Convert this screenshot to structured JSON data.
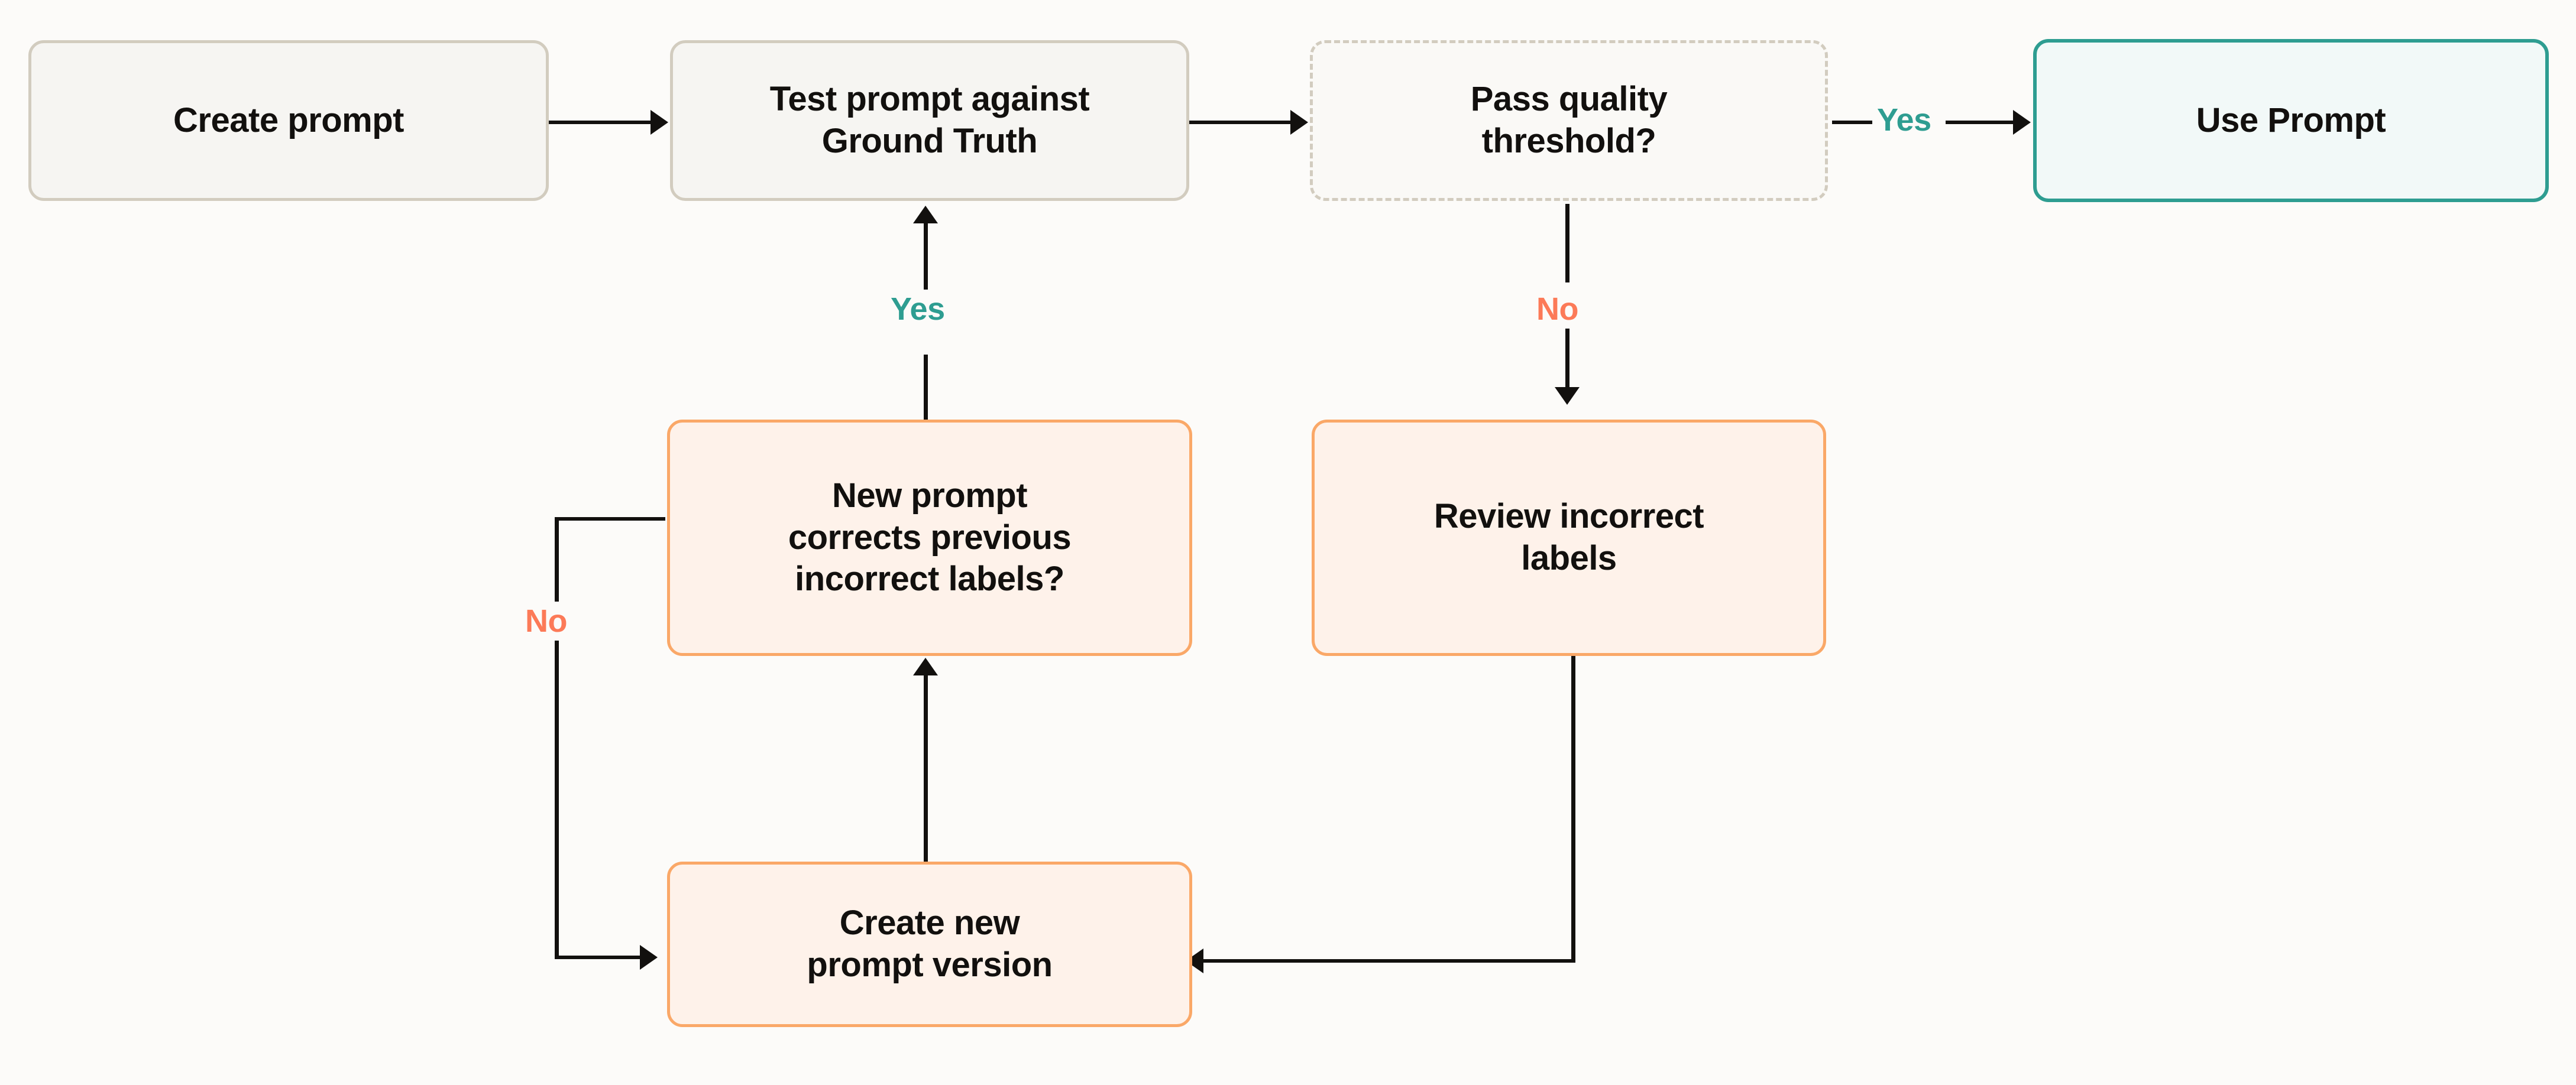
{
  "diagram": {
    "title": "Prompt iteration loop flowchart",
    "background_color": "#FCFBF9",
    "nodes": [
      {
        "id": "create-prompt",
        "label": "Create prompt",
        "style": "neutral",
        "fill": "#F6F5F2",
        "border_color": "#D2CCBF",
        "border_style": "solid"
      },
      {
        "id": "test-prompt",
        "label": "Test prompt against\nGround Truth",
        "style": "neutral",
        "fill": "#F6F5F2",
        "border_color": "#D2CCBF",
        "border_style": "solid"
      },
      {
        "id": "pass-quality",
        "label": "Pass quality\nthreshold?",
        "style": "decision",
        "fill": "#FAF9F6",
        "border_color": "#D2CCBF",
        "border_style": "dashed"
      },
      {
        "id": "use-prompt",
        "label": "Use Prompt",
        "style": "accent",
        "fill": "#F2F9F8",
        "border_color": "#2E9D91",
        "border_style": "solid"
      },
      {
        "id": "new-prompt-corrects",
        "label": "New prompt\ncorrects previous\nincorrect labels?",
        "style": "warn",
        "fill": "#FEF2EA",
        "border_color": "#FAA868",
        "border_style": "solid"
      },
      {
        "id": "review-incorrect-labels",
        "label": "Review incorrect\nlabels",
        "style": "warn",
        "fill": "#FEF2EA",
        "border_color": "#FAA868",
        "border_style": "solid"
      },
      {
        "id": "create-new-version",
        "label": "Create new\nprompt version",
        "style": "warn",
        "fill": "#FEF2EA",
        "border_color": "#FAA868",
        "border_style": "solid"
      }
    ],
    "edges": [
      {
        "id": "e-create-to-test",
        "from": "create-prompt",
        "to": "test-prompt",
        "label": ""
      },
      {
        "id": "e-test-to-pass",
        "from": "test-prompt",
        "to": "pass-quality",
        "label": ""
      },
      {
        "id": "e-pass-yes-to-use",
        "from": "pass-quality",
        "to": "use-prompt",
        "label": "Yes",
        "label_color": "#2E9D91"
      },
      {
        "id": "e-pass-no-to-review",
        "from": "pass-quality",
        "to": "review-incorrect-labels",
        "label": "No",
        "label_color": "#FC7A58"
      },
      {
        "id": "e-review-to-create-new",
        "from": "review-incorrect-labels",
        "to": "create-new-version",
        "label": ""
      },
      {
        "id": "e-create-new-to-corrects",
        "from": "create-new-version",
        "to": "new-prompt-corrects",
        "label": ""
      },
      {
        "id": "e-corrects-yes-to-test",
        "from": "new-prompt-corrects",
        "to": "test-prompt",
        "label": "Yes",
        "label_color": "#2E9D91"
      },
      {
        "id": "e-corrects-no-to-create-new",
        "from": "new-prompt-corrects",
        "to": "create-new-version",
        "label": "No",
        "label_color": "#FC7A58"
      }
    ],
    "edge_labels": {
      "yes_top": "Yes",
      "yes_left": "Yes",
      "no_right": "No",
      "no_left": "No"
    },
    "colors": {
      "accent_teal": "#2E9D91",
      "accent_coral": "#FC7A58",
      "accent_orange": "#FAA868",
      "neutral_border": "#D2CCBF",
      "text": "#12100E",
      "background": "#FCFBF9"
    }
  }
}
